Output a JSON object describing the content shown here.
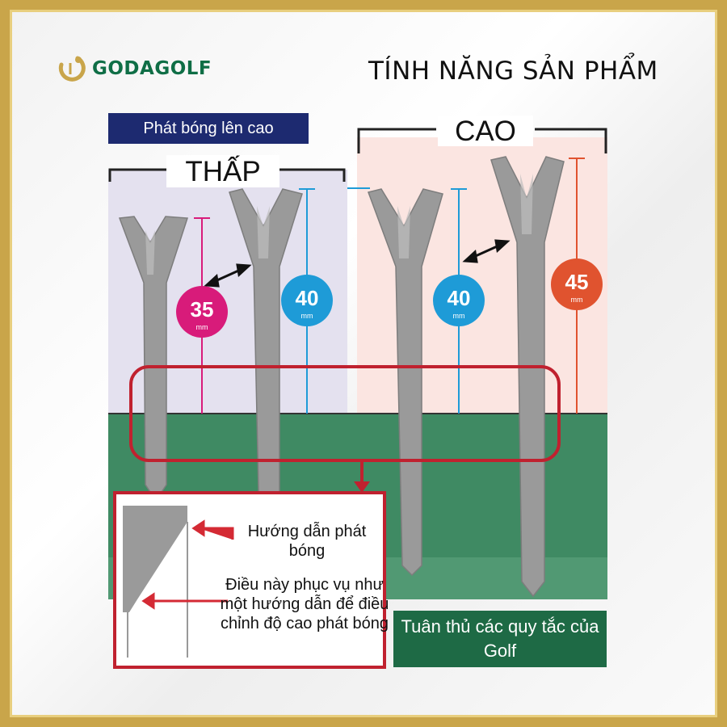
{
  "brand": {
    "name": "GODAGOLF",
    "gold": "#c9a54a",
    "green": "#0f6e46"
  },
  "header": {
    "title": "TÍNH NĂNG SẢN PHẨM"
  },
  "diagram": {
    "badge_launch": "Phát bóng lên cao",
    "label_low": "THẤP",
    "label_high": "CAO",
    "tees": [
      {
        "name": "low-tee-35",
        "measure": "35",
        "unit": "mm",
        "color": "#d81b7a"
      },
      {
        "name": "low-tee-40",
        "measure": "40",
        "unit": "mm",
        "color": "#1e9bd7"
      },
      {
        "name": "high-tee-40",
        "measure": "40",
        "unit": "mm",
        "color": "#1e9bd7"
      },
      {
        "name": "high-tee-45",
        "measure": "45",
        "unit": "mm",
        "color": "#e0532f"
      }
    ],
    "callout_guide": "Hướng dẫn phát bóng",
    "callout_adjust": "Điều này phục vụ như một hướng dẫn để điều chỉnh độ cao phát bóng",
    "rule_box": "Tuân thủ các quy tắc của Golf"
  }
}
